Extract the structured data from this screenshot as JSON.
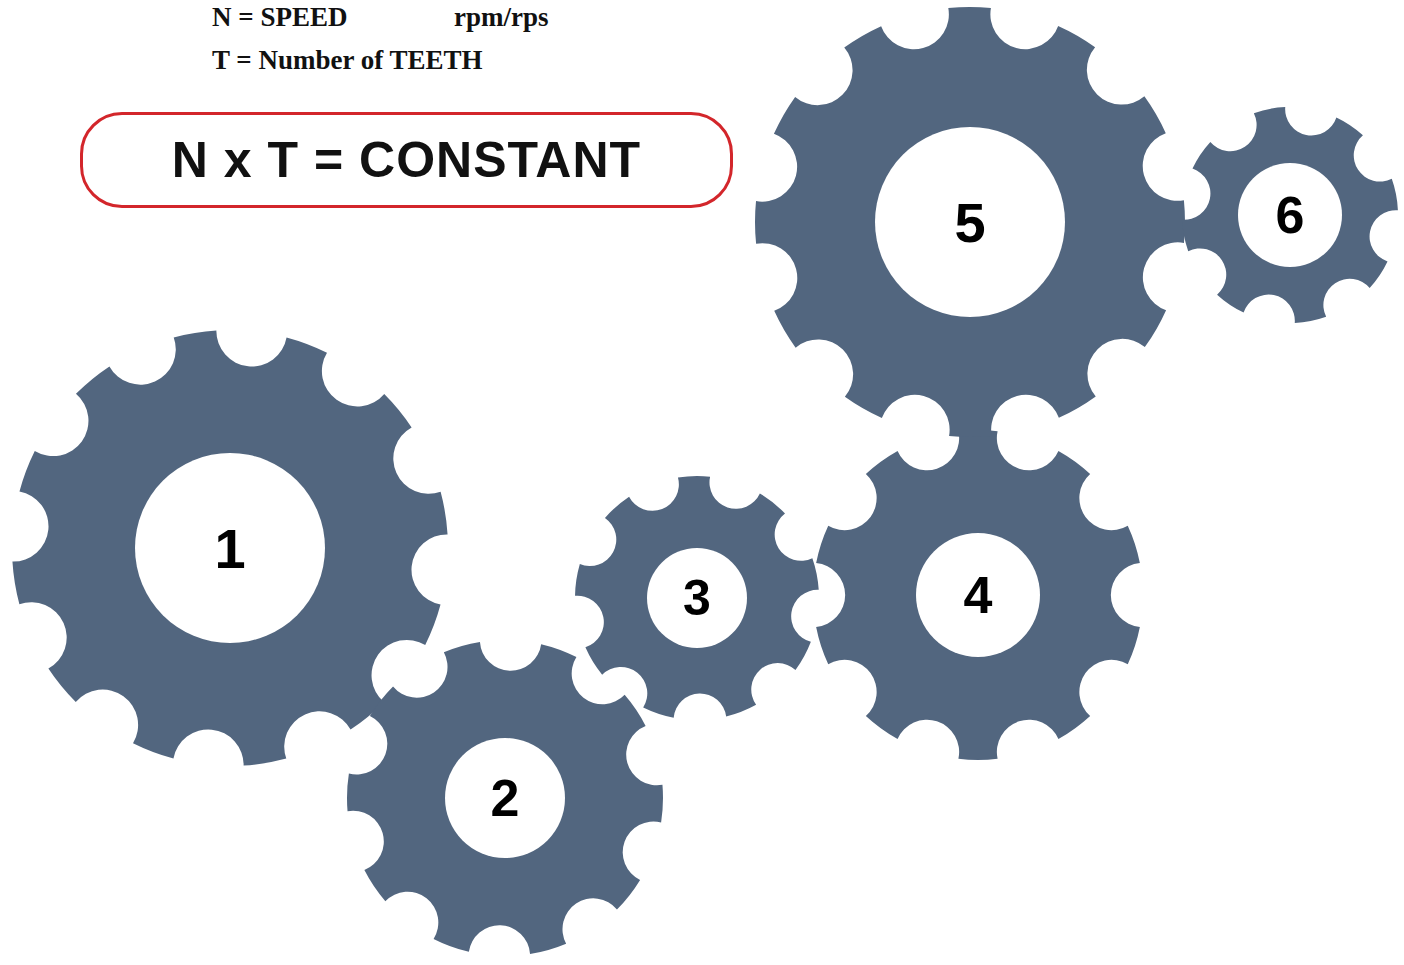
{
  "diagram": {
    "nodes": [
      {
        "text": [
          "N x T = CONSTANT"
        ]
      },
      {
        "text": [
          "1"
        ]
      },
      {
        "text": [
          "2"
        ]
      },
      {
        "text": [
          "3"
        ]
      },
      {
        "text": [
          "4"
        ]
      },
      {
        "text": [
          "5"
        ]
      },
      {
        "text": [
          "6"
        ]
      }
    ],
    "labels": [
      "N = SPEED",
      "rpm/rps",
      "T = Number of TEETH"
    ]
  }
}
